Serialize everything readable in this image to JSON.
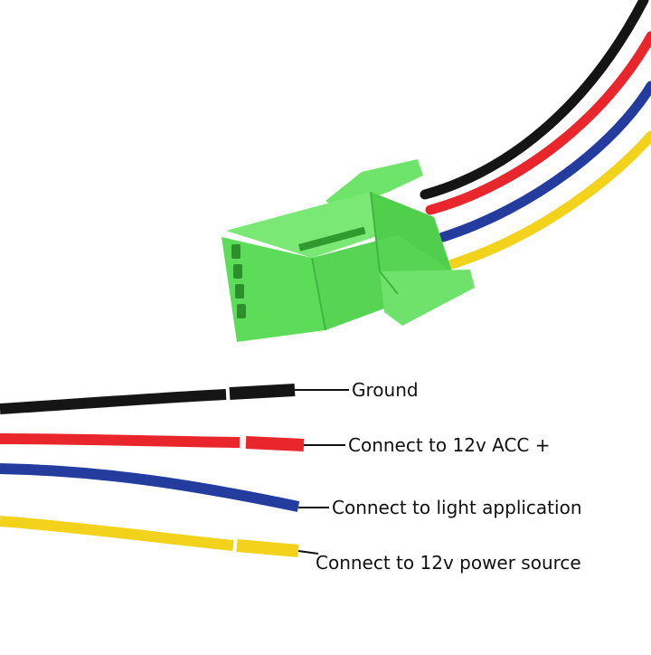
{
  "wires": [
    {
      "id": "ground",
      "label": "Ground",
      "color": "#151515"
    },
    {
      "id": "acc",
      "label": "Connect to 12v ACC +",
      "color": "#e8262b"
    },
    {
      "id": "light",
      "label": "Connect to light application",
      "color": "#233c9e"
    },
    {
      "id": "power",
      "label": "Connect to 12v power source",
      "color": "#f2d21b"
    }
  ],
  "connector": {
    "color": "#5ddc5a",
    "shade": "#3fb63e",
    "highlight": "#8ef08a"
  }
}
